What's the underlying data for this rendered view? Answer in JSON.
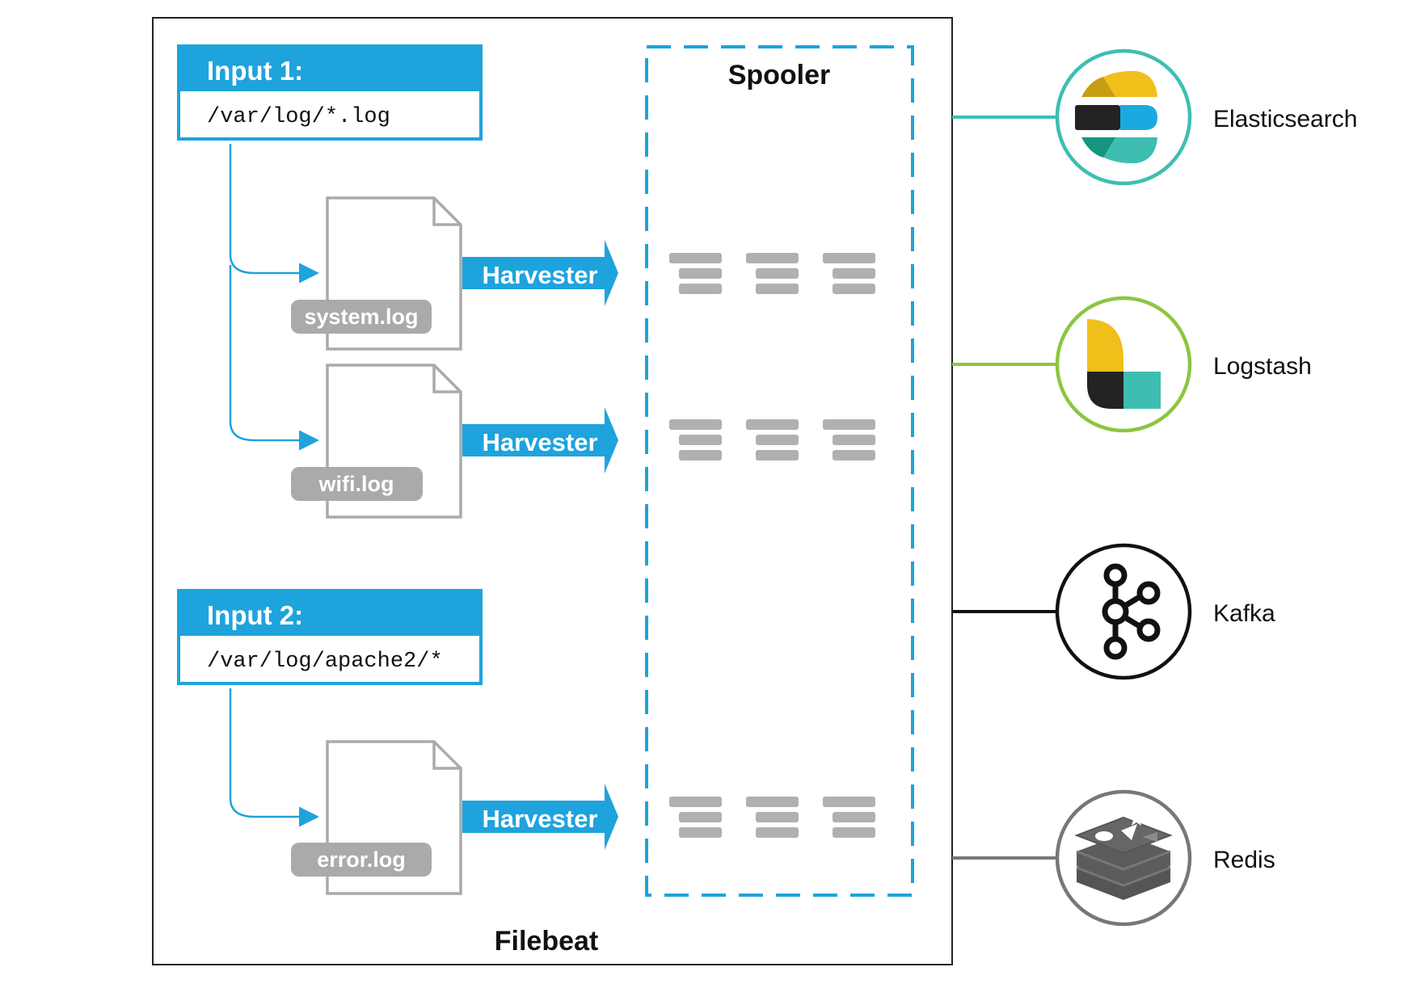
{
  "filebeat": {
    "label": "Filebeat"
  },
  "spooler": {
    "label": "Spooler"
  },
  "inputs": [
    {
      "title": "Input 1:",
      "path": "/var/log/*.log"
    },
    {
      "title": "Input 2:",
      "path": "/var/log/apache2/*"
    }
  ],
  "files": [
    {
      "name": "system.log",
      "harvester": "Harvester"
    },
    {
      "name": "wifi.log",
      "harvester": "Harvester"
    },
    {
      "name": "error.log",
      "harvester": "Harvester"
    }
  ],
  "outputs": [
    {
      "label": "Elasticsearch",
      "icon": "elasticsearch-logo-icon",
      "color": "#3ebeb0"
    },
    {
      "label": "Logstash",
      "icon": "logstash-logo-icon",
      "color": "#8cc63f"
    },
    {
      "label": "Kafka",
      "icon": "kafka-logo-icon",
      "color": "#111111"
    },
    {
      "label": "Redis",
      "icon": "redis-logo-icon",
      "color": "#777777"
    }
  ],
  "colors": {
    "accent_blue": "#1ea3dc",
    "file_gray": "#aaaaaa",
    "queue_gray": "#b0b0b0"
  }
}
